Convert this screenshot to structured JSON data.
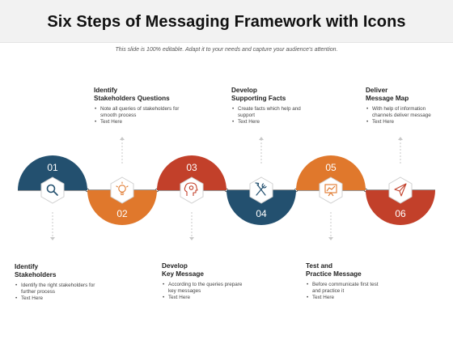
{
  "title": "Six Steps of Messaging Framework with Icons",
  "subtitle": "This slide is 100% editable. Adapt it to your needs and capture your audience's attention.",
  "colors": {
    "navy": "#23506f",
    "orange": "#e0782c",
    "red": "#c2402a"
  },
  "steps": [
    {
      "num": "01",
      "icon": "search-icon",
      "title_line1": "Identify",
      "title_line2": "Stakeholders",
      "bullets": [
        "Identify the right stakeholders for further process",
        "Text Here"
      ]
    },
    {
      "num": "02",
      "icon": "idea-icon",
      "title_line1": "Identify",
      "title_line2": "Stakeholders Questions",
      "bullets": [
        "Note all queries of stakeholders for smooth process",
        "Text Here"
      ]
    },
    {
      "num": "03",
      "icon": "head-gear-icon",
      "title_line1": "Develop",
      "title_line2": "Key Message",
      "bullets": [
        "According to the queries prepare key messages",
        "Text Here"
      ]
    },
    {
      "num": "04",
      "icon": "tools-icon",
      "title_line1": "Develop",
      "title_line2": "Supporting Facts",
      "bullets": [
        "Create facts which help and support",
        "Text Here"
      ]
    },
    {
      "num": "05",
      "icon": "presentation-icon",
      "title_line1": "Test and",
      "title_line2": "Practice  Message",
      "bullets": [
        "Before communicate first test and practice it",
        "Text Here"
      ]
    },
    {
      "num": "06",
      "icon": "send-icon",
      "title_line1": "Deliver",
      "title_line2": "Message Map",
      "bullets": [
        "With help of information channels deliver message",
        "Text Here"
      ]
    }
  ]
}
